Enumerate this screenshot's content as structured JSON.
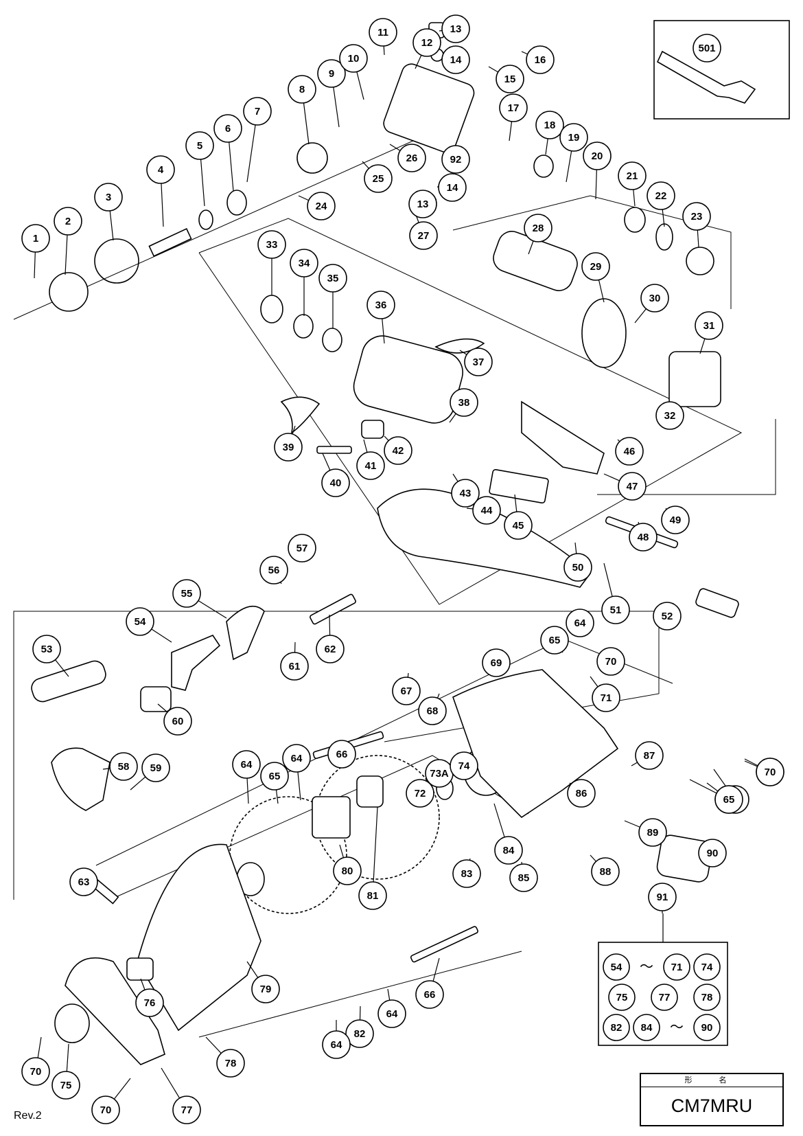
{
  "diagram": {
    "callouts": [
      {
        "num": "1"
      },
      {
        "num": "2"
      },
      {
        "num": "3"
      },
      {
        "num": "4"
      },
      {
        "num": "5"
      },
      {
        "num": "6"
      },
      {
        "num": "7"
      },
      {
        "num": "8"
      },
      {
        "num": "9"
      },
      {
        "num": "10"
      },
      {
        "num": "11"
      },
      {
        "num": "12"
      },
      {
        "num": "13"
      },
      {
        "num": "14"
      },
      {
        "num": "15"
      },
      {
        "num": "16"
      },
      {
        "num": "17"
      },
      {
        "num": "18"
      },
      {
        "num": "19"
      },
      {
        "num": "20"
      },
      {
        "num": "21"
      },
      {
        "num": "22"
      },
      {
        "num": "23"
      },
      {
        "num": "24"
      },
      {
        "num": "25"
      },
      {
        "num": "26"
      },
      {
        "num": "27"
      },
      {
        "num": "14"
      },
      {
        "num": "13"
      },
      {
        "num": "92"
      },
      {
        "num": "28"
      },
      {
        "num": "29"
      },
      {
        "num": "30"
      },
      {
        "num": "31"
      },
      {
        "num": "32"
      },
      {
        "num": "33"
      },
      {
        "num": "34"
      },
      {
        "num": "35"
      },
      {
        "num": "36"
      },
      {
        "num": "37"
      },
      {
        "num": "38"
      },
      {
        "num": "39"
      },
      {
        "num": "40"
      },
      {
        "num": "41"
      },
      {
        "num": "42"
      },
      {
        "num": "43"
      },
      {
        "num": "44"
      },
      {
        "num": "45"
      },
      {
        "num": "46"
      },
      {
        "num": "47"
      },
      {
        "num": "48"
      },
      {
        "num": "49"
      },
      {
        "num": "50"
      },
      {
        "num": "51"
      },
      {
        "num": "52"
      },
      {
        "num": "53"
      },
      {
        "num": "54"
      },
      {
        "num": "55"
      },
      {
        "num": "56"
      },
      {
        "num": "57"
      },
      {
        "num": "58"
      },
      {
        "num": "59"
      },
      {
        "num": "60"
      },
      {
        "num": "61"
      },
      {
        "num": "62"
      },
      {
        "num": "63"
      },
      {
        "num": "64"
      },
      {
        "num": "65"
      },
      {
        "num": "70"
      },
      {
        "num": "64"
      },
      {
        "num": "65"
      },
      {
        "num": "66"
      },
      {
        "num": "67"
      },
      {
        "num": "68"
      },
      {
        "num": "69"
      },
      {
        "num": "71"
      },
      {
        "num": "64"
      },
      {
        "num": "65"
      },
      {
        "num": "64"
      },
      {
        "num": "72"
      },
      {
        "num": "73A"
      },
      {
        "num": "74"
      },
      {
        "num": "87"
      },
      {
        "num": "70"
      },
      {
        "num": "64"
      },
      {
        "num": "65"
      },
      {
        "num": "86"
      },
      {
        "num": "84"
      },
      {
        "num": "83"
      },
      {
        "num": "85"
      },
      {
        "num": "88"
      },
      {
        "num": "89"
      },
      {
        "num": "90"
      },
      {
        "num": "81"
      },
      {
        "num": "80"
      },
      {
        "num": "79"
      },
      {
        "num": "76"
      },
      {
        "num": "78"
      },
      {
        "num": "66"
      },
      {
        "num": "64"
      },
      {
        "num": "82"
      },
      {
        "num": "64"
      },
      {
        "num": "70"
      },
      {
        "num": "75"
      },
      {
        "num": "70"
      },
      {
        "num": "77"
      },
      {
        "num": "91"
      },
      {
        "num": "501"
      }
    ],
    "kit_box": {
      "rows": [
        [
          "54",
          "～",
          "71",
          "74"
        ],
        [
          "75",
          "77",
          "78"
        ],
        [
          "82",
          "84",
          "～",
          "90"
        ]
      ]
    }
  },
  "model_box": {
    "header": "形 名",
    "model": "CM7MRU"
  },
  "revision": "Rev.2",
  "colors": {
    "line": "#000000",
    "background": "#ffffff"
  }
}
